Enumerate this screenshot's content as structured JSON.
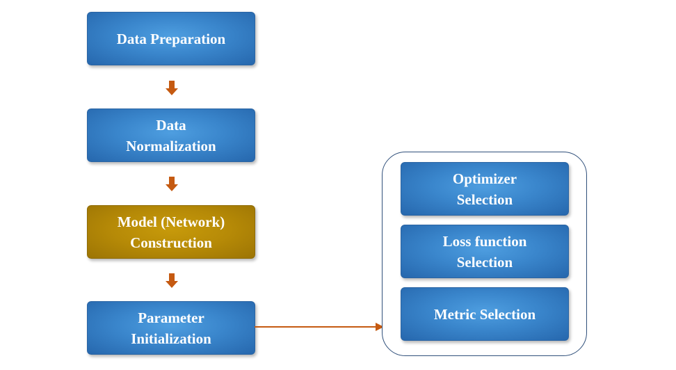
{
  "flow": {
    "steps": [
      {
        "label": "Data Preparation",
        "color": "#3a86cc"
      },
      {
        "label": "Data\nNormalization",
        "color": "#3a86cc"
      },
      {
        "label": "Model (Network)\nConstruction",
        "color": "#b68a07"
      },
      {
        "label": "Parameter\nInitialization",
        "color": "#3a86cc"
      }
    ],
    "arrow_color": "#c55a11"
  },
  "selection_group": {
    "items": [
      {
        "label": "Optimizer\nSelection"
      },
      {
        "label": "Loss function\nSelection"
      },
      {
        "label": "Metric Selection"
      }
    ],
    "frame_color": "#2f4f7a"
  }
}
